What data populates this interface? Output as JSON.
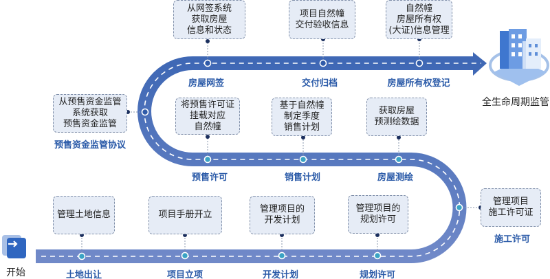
{
  "start": {
    "label": "开始",
    "icon": "arrow-right-icon"
  },
  "end": {
    "label": "全生命周期监管",
    "icon": "buildings-icon"
  },
  "colors": {
    "road": "#4b70b9",
    "road_light": "#7089c8",
    "label": "#2a5aa8",
    "box_bg": "#e6ecf6",
    "node": "#1b2f5e"
  },
  "stages": [
    {
      "label": "土地出让",
      "desc": "管理土地信息"
    },
    {
      "label": "项目立项",
      "desc": "项目手册开立"
    },
    {
      "label": "开发计划",
      "desc": "管理项目的\n开发计划"
    },
    {
      "label": "规划许可",
      "desc": "管理项目的\n规划许可"
    },
    {
      "label": "施工许可",
      "desc": "管理项目\n施工许可证"
    },
    {
      "label": "房屋测绘",
      "desc": "获取房屋\n预测绘数据"
    },
    {
      "label": "销售计划",
      "desc": "基于自然幢\n制定季度\n销售计划"
    },
    {
      "label": "预售许可",
      "desc": "将预售许可证\n挂载对应\n自然幢"
    },
    {
      "label": "预售资金监管协议",
      "desc": "从预售资金监管\n系统获取\n预售资金监管"
    },
    {
      "label": "房屋网签",
      "desc": "从网签系统\n获取房屋\n信息和状态"
    },
    {
      "label": "交付归档",
      "desc": "项目自然幢\n交付验收信息"
    },
    {
      "label": "房屋所有权登记",
      "desc": "自然幢\n房屋所有权\n(大证)信息管理"
    }
  ]
}
